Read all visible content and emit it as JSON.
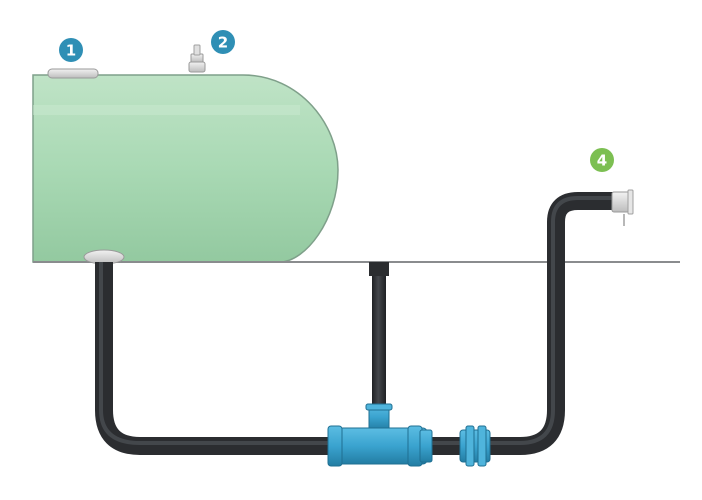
{
  "markers": [
    {
      "id": "1",
      "label": "1",
      "color": "#2f8fb5"
    },
    {
      "id": "2",
      "label": "2",
      "color": "#2f8fb5"
    },
    {
      "id": "4",
      "label": "4",
      "color": "#7cbf52"
    }
  ],
  "colors": {
    "tank_fill": "#a9d9b4",
    "tank_shadow": "#8fc79e",
    "tank_outline": "#7fa08a",
    "pipe": "#2b2d30",
    "pipe_highlight": "#4a4d52",
    "fitting": "#3aa3cf",
    "fitting_dark": "#237da3",
    "ground_line": "#8a8c8e",
    "valve_metal": "#c9c9c9",
    "spout_metal": "#d5d7d9"
  }
}
